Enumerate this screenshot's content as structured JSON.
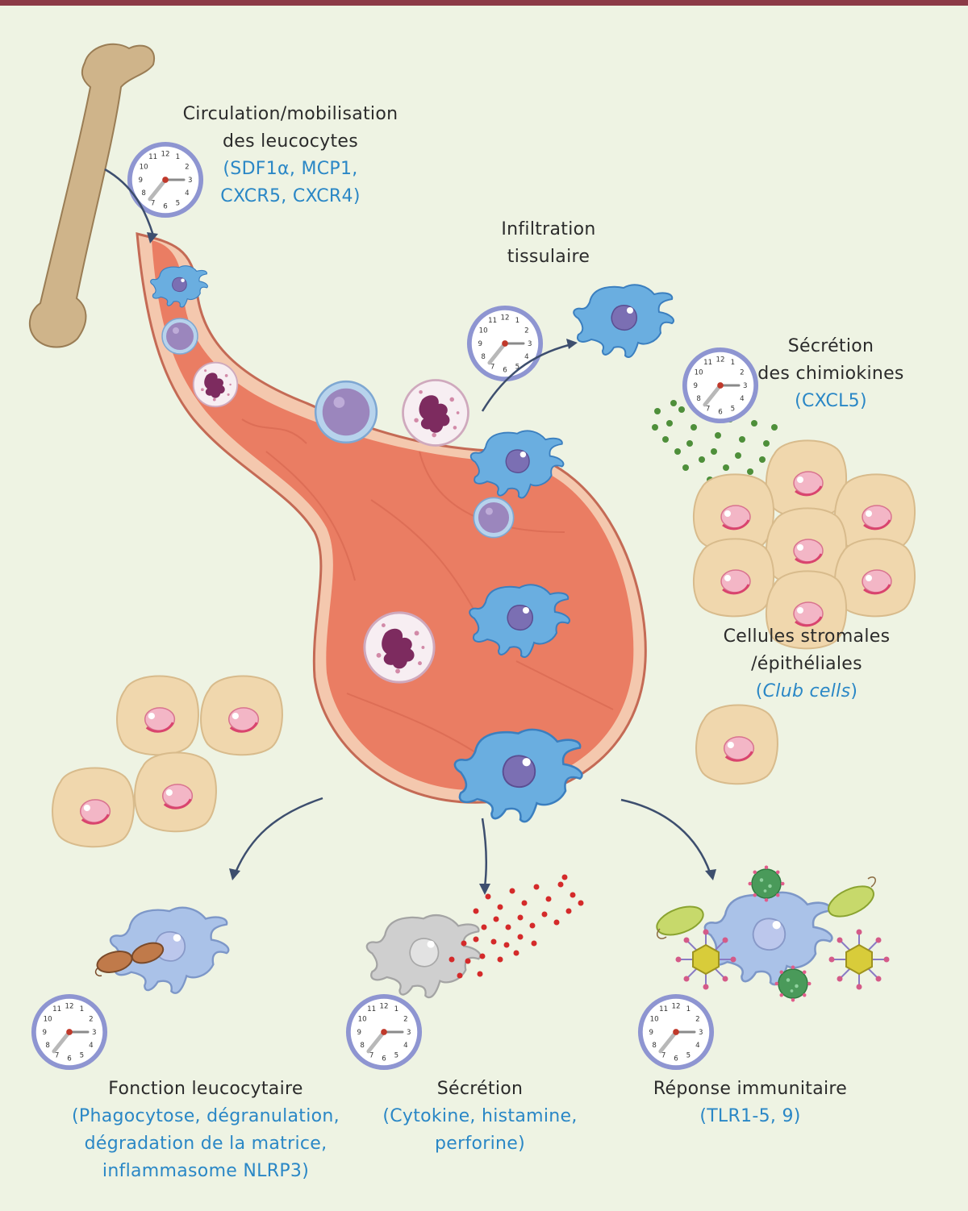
{
  "colors": {
    "background": "#eef3e3",
    "top_bar": "#8c3a47",
    "accent_text": "#2a87c6",
    "vessel": "#e9735a",
    "leukocyte": "#6aaee0",
    "stromal_cell": "#f0d7ad",
    "chemokine_dots": "#4e8f3a",
    "cytokine_dots": "#d42a2a"
  },
  "icons": [
    "bone-icon",
    "clock-icon",
    "blood-vessel-icon",
    "leukocyte-icon",
    "neutrophil-icon",
    "lymphocyte-icon",
    "stromal-cell-icon",
    "bacteria-icon",
    "virus-icon"
  ],
  "labels": {
    "circulation": {
      "title_line1": "Circulation/mobilisation",
      "title_line2": "des leucocytes",
      "sub_line1": "(SDF1α, MCP1,",
      "sub_line2": "CXCR5, CXCR4)"
    },
    "infiltration": {
      "title_line1": "Infiltration",
      "title_line2": "tissulaire"
    },
    "chemokines": {
      "title_line1": "Sécrétion",
      "title_line2": "des chimiokines",
      "sub_line1": "(CXCL5)"
    },
    "stromal": {
      "title_line1": "Cellules stromales",
      "title_line2": "/épithéliales",
      "sub_open": "(",
      "sub_italic": "Club cells",
      "sub_close": ")"
    },
    "leukocyte_function": {
      "title_line1": "Fonction leucocytaire",
      "sub_line1": "(Phagocytose, dégranulation,",
      "sub_line2": "dégradation de la matrice,",
      "sub_line3": "inflammasome NLRP3)"
    },
    "secretion": {
      "title_line1": "Sécrétion",
      "sub_line1": "(Cytokine, histamine,",
      "sub_line2": "perforine)"
    },
    "immune_response": {
      "title_line1": "Réponse immunitaire",
      "sub_line1": "(TLR1-5, 9)"
    }
  }
}
